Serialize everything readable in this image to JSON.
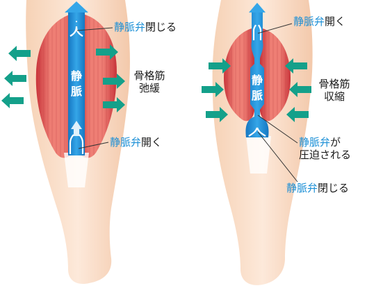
{
  "left": {
    "vein_label_chars": [
      "静",
      "脈"
    ],
    "top_valve": {
      "blue": "静脈弁",
      "black": "閉じる"
    },
    "bottom_valve": {
      "blue": "静脈弁",
      "black": "開く"
    },
    "muscle_state": [
      "骨格筋",
      "弛緩"
    ]
  },
  "right": {
    "vein_label_chars": [
      "静",
      "脈"
    ],
    "top_valve": {
      "blue": "静脈弁",
      "black": "開く"
    },
    "middle_valve": {
      "blue": "静脈弁",
      "black_line1": "が",
      "black_line2": "圧迫される"
    },
    "bottom_valve": {
      "blue": "静脈弁",
      "black": "閉じる"
    },
    "muscle_state": [
      "骨格筋",
      "収縮"
    ]
  },
  "colors": {
    "vein": "#1b8fd6",
    "muscle": "#d9484c",
    "arrow": "#14a08a",
    "skin": "#fbe3cf",
    "label_blue": "#1b8fd6"
  }
}
